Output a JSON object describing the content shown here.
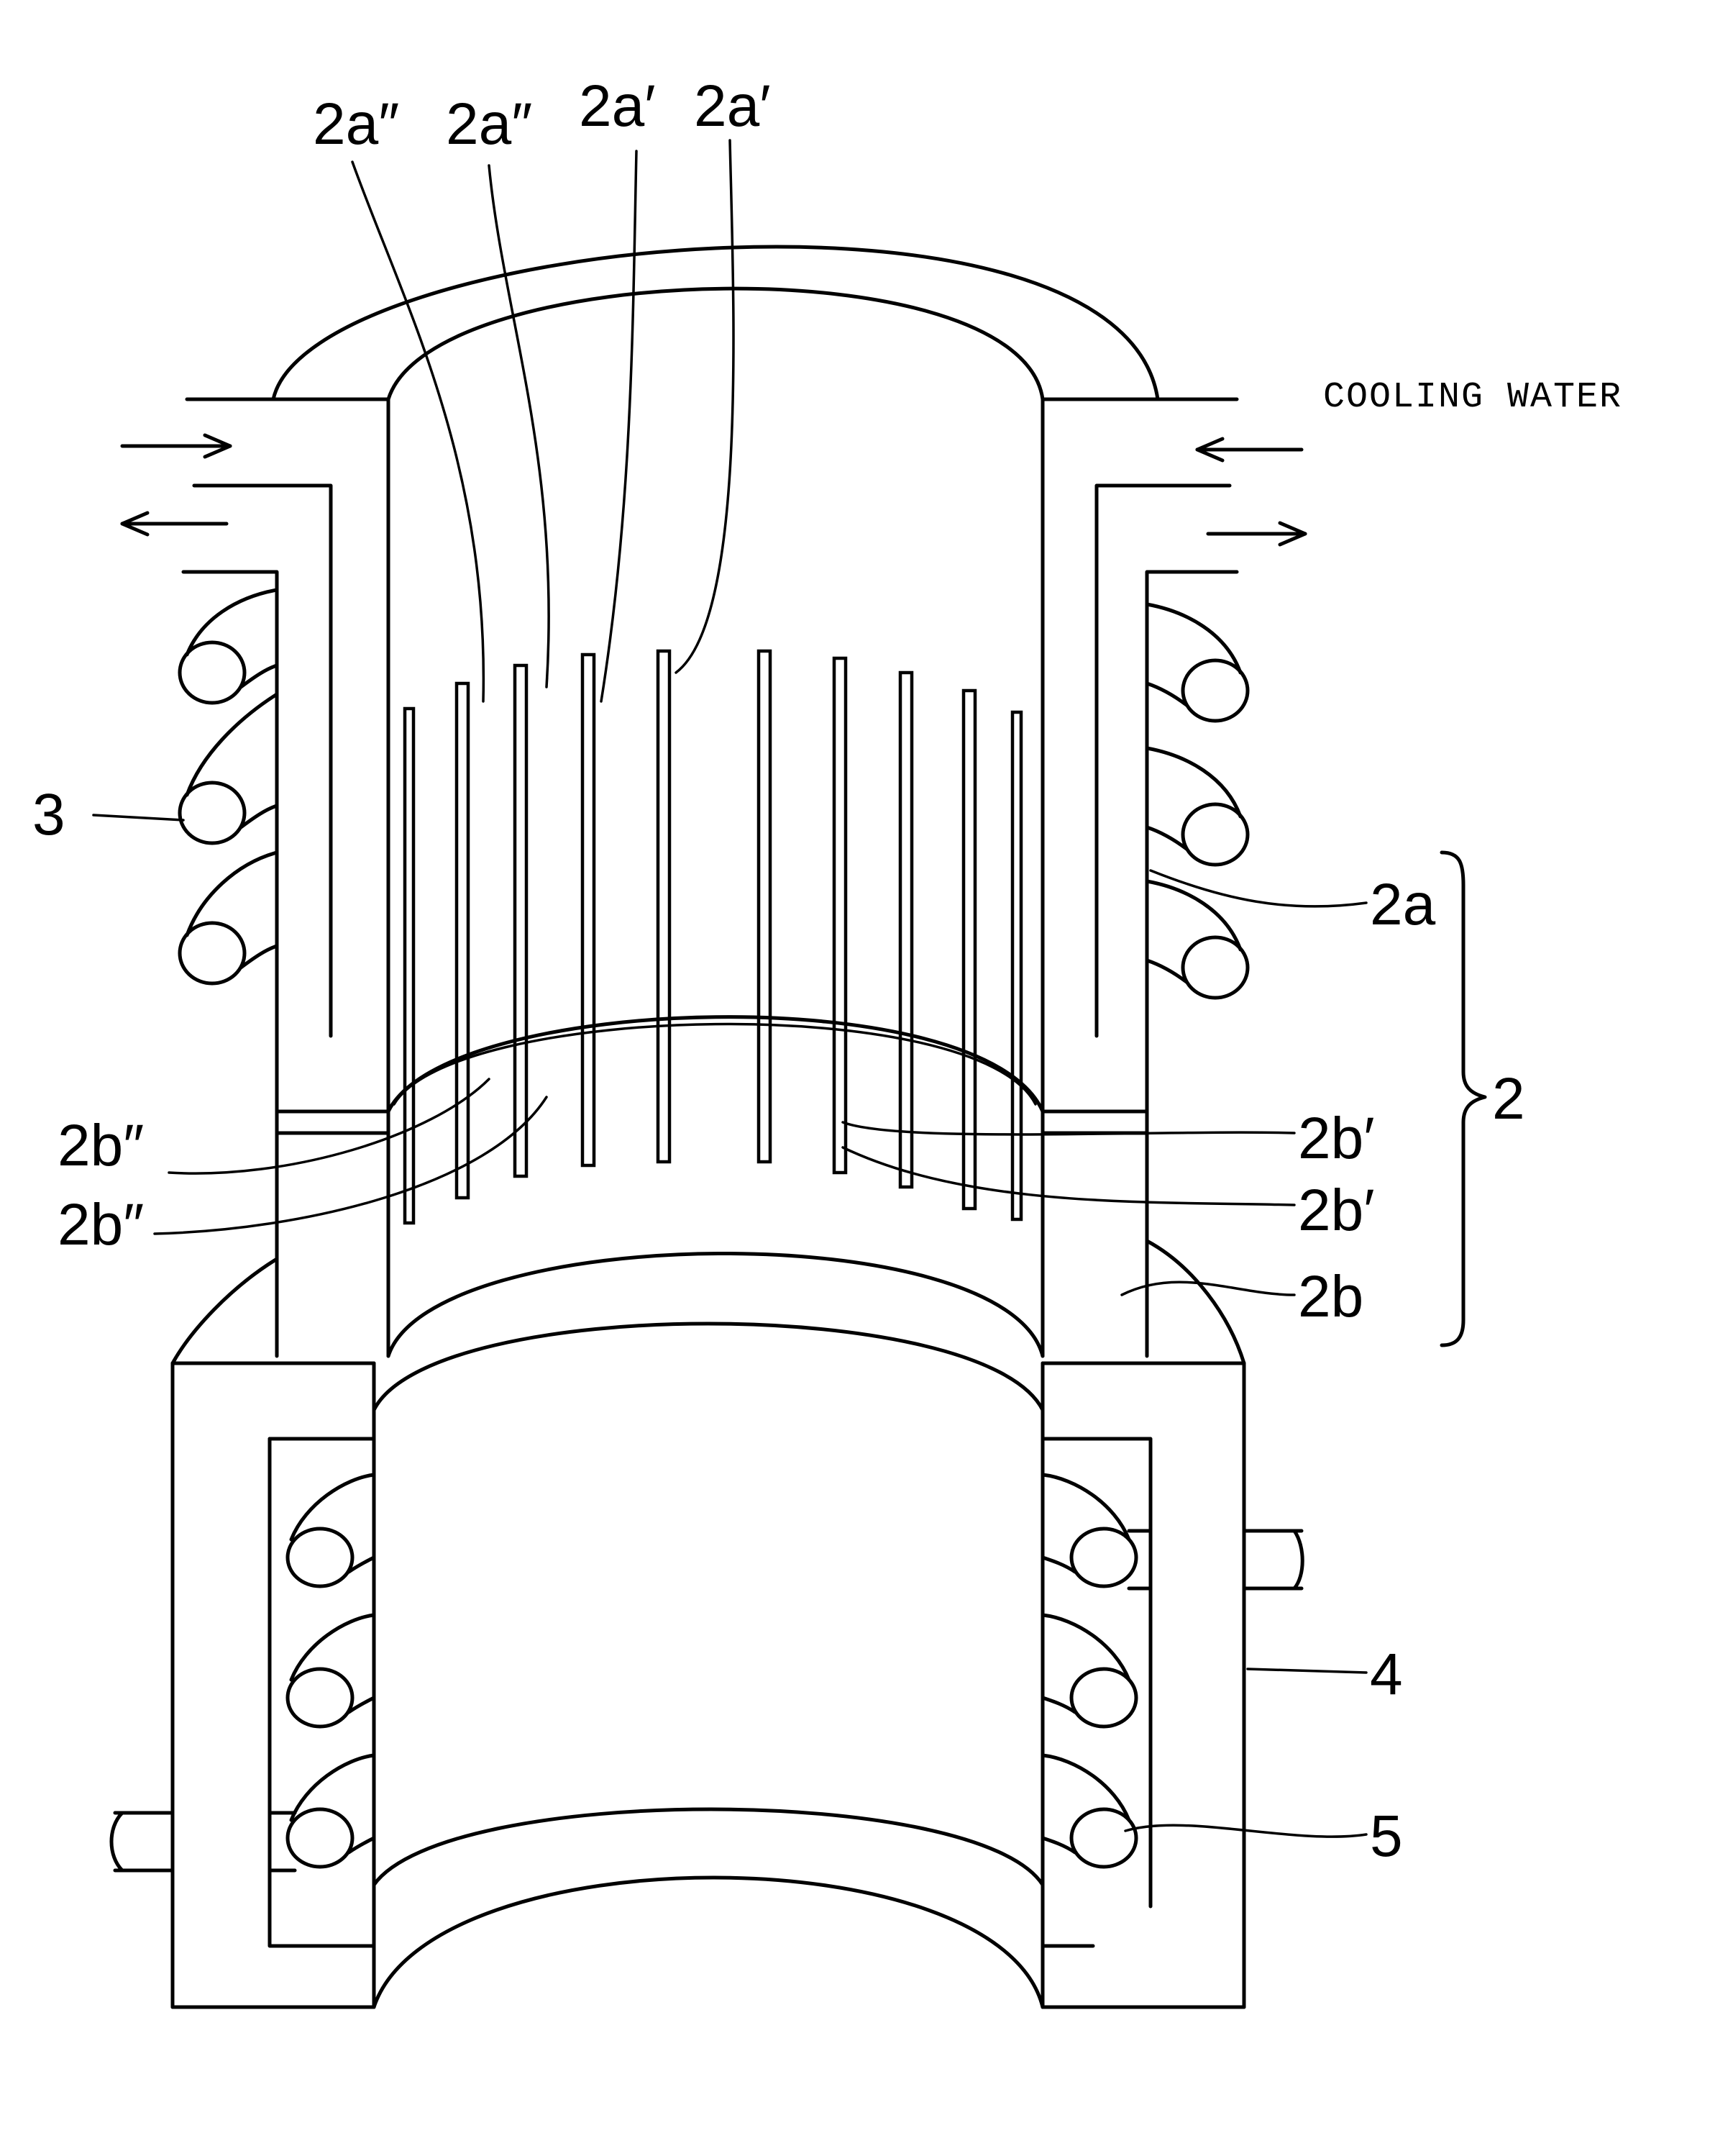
{
  "labels": {
    "cooling_water": "COOLING WATER",
    "slit_a_dd_1": "2a″",
    "slit_a_dd_2": "2a″",
    "slit_a_d_1": "2a′",
    "slit_a_d_2": "2a′",
    "coil_upper": "3",
    "upper_part": "2a",
    "crucible": "2",
    "slit_b_dd_1": "2b″",
    "slit_b_dd_2": "2b″",
    "slit_b_d_1": "2b′",
    "slit_b_d_2": "2b′",
    "lower_part": "2b",
    "mold_jacket": "4",
    "coil_lower": "5"
  }
}
